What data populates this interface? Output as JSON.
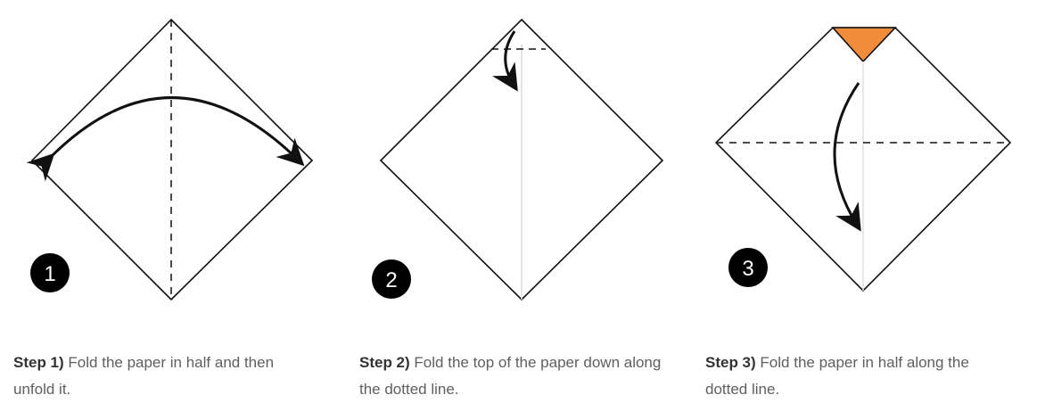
{
  "colors": {
    "accent_orange": "#F08C3A",
    "badge": "#000000",
    "line": "#111111",
    "crease": "#dddddd"
  },
  "steps": [
    {
      "number": "1",
      "label": "Step 1)",
      "text": "Fold the paper in half and then unfold it."
    },
    {
      "number": "2",
      "label": "Step 2)",
      "text": "Fold the top of the paper down along the dotted line."
    },
    {
      "number": "3",
      "label": "Step 3)",
      "text": "Fold the paper in half along the dotted line."
    }
  ]
}
